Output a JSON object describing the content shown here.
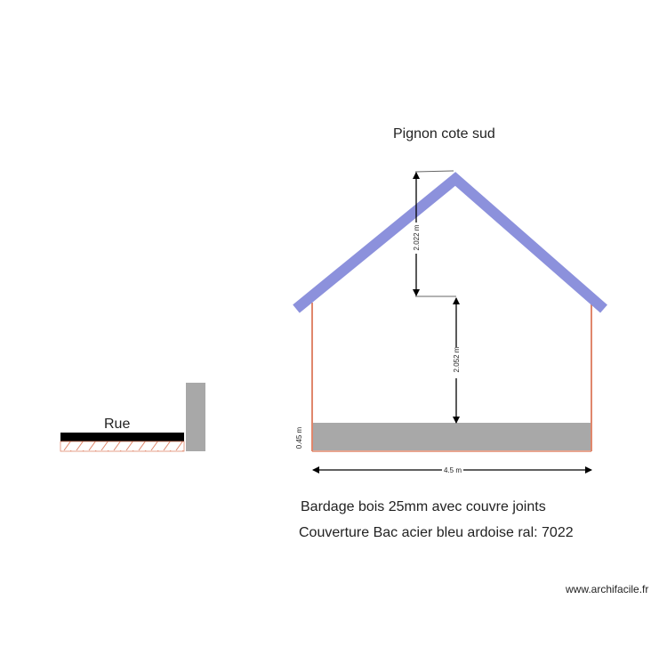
{
  "drawing": {
    "title": "Pignon cote sud",
    "street_label": "Rue",
    "notes": [
      "Bardage bois 25mm avec couvre joints",
      "Couverture Bac acier bleu ardoise ral:  7022"
    ],
    "credit": "www.archifacile.fr"
  },
  "dimensions": {
    "roof_height": "2.022 m",
    "wall_height": "2.052 m",
    "base_height": "0.45 m",
    "width": "4.5 m"
  },
  "colors": {
    "roof": "#8c91dc",
    "wall_outline": "#e0876c",
    "base": "#a8a8a8",
    "road": "#000000",
    "hatch": "#e0876c",
    "pillar": "#a8a8a8",
    "dimension_line": "#000000"
  }
}
